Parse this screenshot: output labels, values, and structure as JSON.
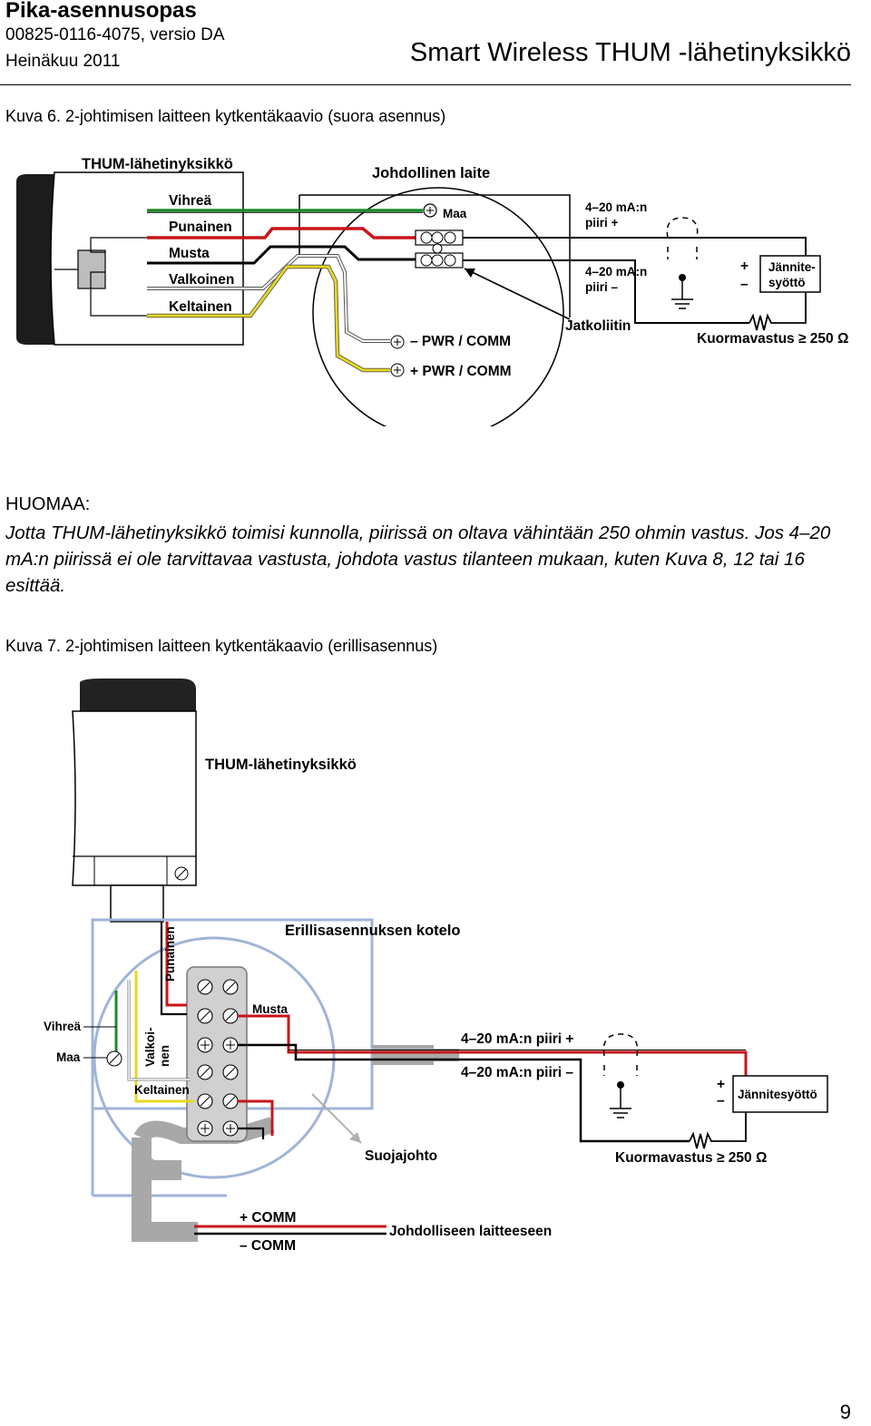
{
  "header": {
    "title": "Pika-asennusopas",
    "doc_number": "00825-0116-4075, versio DA",
    "date": "Heinäkuu 2011",
    "product": "Smart Wireless THUM -lähetinyksikkö"
  },
  "figure6": {
    "caption": "Kuva 6. 2-johtimisen laitteen kytkentäkaavio (suora asennus)",
    "thum_label": "THUM-lähetinyksikkö",
    "device_label": "Johdollinen laite",
    "wires": [
      "Vihreä",
      "Punainen",
      "Musta",
      "Valkoinen",
      "Keltainen"
    ],
    "ground_label": "Maa",
    "pwr_minus": "– PWR / COMM",
    "pwr_plus": "+ PWR / COMM",
    "loop_plus_1": "4–20 mA:n",
    "loop_plus_2": "piiri +",
    "loop_minus_1": "4–20 mA:n",
    "loop_minus_2": "piiri –",
    "splice_label": "Jatkoliitin",
    "supply_plus": "+",
    "supply_minus": "–",
    "supply_1": "Jännite-",
    "supply_2": "syöttö",
    "load_label": "Kuormavastus ≥ 250 Ω"
  },
  "note": {
    "title": "HUOMAA:",
    "text": "Jotta THUM-lähetinyksikkö toimisi kunnolla, piirissä on oltava vähintään 250 ohmin vastus. Jos 4–20 mA:n piirissä ei ole tarvittavaa vastusta, johdota vastus tilanteen mukaan, kuten Kuva 8, 12 tai 16 esittää."
  },
  "figure7": {
    "caption": "Kuva 7. 2-johtimisen laitteen kytkentäkaavio (erillisasennus)",
    "thum_label": "THUM-lähetinyksikkö",
    "enclosure_label": "Erillisasennuksen kotelo",
    "red_label": "Punainen",
    "black_label": "Musta",
    "green_label": "Vihreä",
    "ground_label": "Maa",
    "white_label_1": "Valkoi-",
    "white_label_2": "nen",
    "yellow_label": "Keltainen",
    "loop_plus": "4–20 mA:n piiri +",
    "loop_minus": "4–20 mA:n piiri –",
    "supply_plus": "+",
    "supply_minus": "–",
    "supply_label": "Jännitesyöttö",
    "shield_label": "Suojajohto",
    "load_label": "Kuormavastus ≥ 250 Ω",
    "comm_plus": "+ COMM",
    "comm_minus": "– COMM",
    "to_device": "Johdolliseen laitteeseen"
  },
  "page_number": "9",
  "colors": {
    "green": "#1f8a2a",
    "red": "#c8141a",
    "yellow": "#e8d820",
    "black": "#000000",
    "gray": "#a8a8a8",
    "blue_enclosure": "#9fb5d8"
  }
}
